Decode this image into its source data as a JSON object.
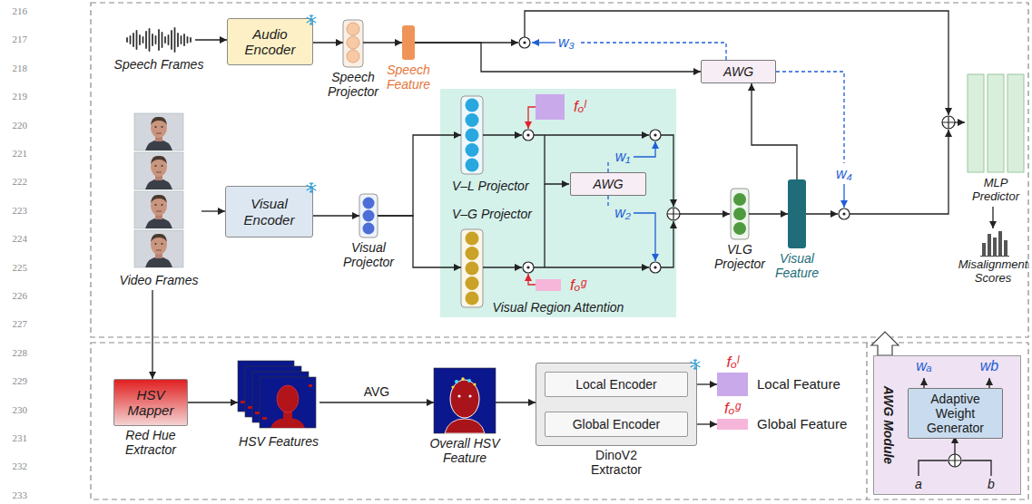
{
  "diagram": {
    "nodes": [
      {
        "text": [
          "Speech Frames"
        ]
      },
      {
        "text": [
          "Audio Encoder"
        ]
      },
      {
        "text": [
          "Speech Projector"
        ]
      },
      {
        "text": [
          "Speech Feature"
        ]
      },
      {
        "text": [
          "AWG"
        ]
      },
      {
        "text": [
          "MLP Predictor"
        ]
      },
      {
        "text": [
          "Misalignment Scores"
        ]
      },
      {
        "text": [
          "Video Frames"
        ]
      },
      {
        "text": [
          "Visual Encoder"
        ]
      },
      {
        "text": [
          "Visual Projector"
        ]
      },
      {
        "text": [
          "Visual Region Attention"
        ]
      },
      {
        "text": [
          "V–L Projector"
        ],
        "in": 10
      },
      {
        "text": [
          "fₒˡ"
        ],
        "in": 10
      },
      {
        "text": [
          "AWG"
        ],
        "in": 10
      },
      {
        "text": [
          "V–G Projector"
        ],
        "in": 10
      },
      {
        "text": [
          "fₒᵍ"
        ],
        "in": 10
      },
      {
        "text": [
          "VLG Projector"
        ]
      },
      {
        "text": [
          "Visual Feature"
        ]
      },
      {
        "text": [
          "HSV Mapper",
          "Red Hue Extractor"
        ]
      },
      {
        "text": [
          "HSV Features"
        ]
      },
      {
        "text": [
          "Overall HSV Feature"
        ]
      },
      {
        "text": [
          "DinoV2 Extractor"
        ]
      },
      {
        "text": [
          "Local Encoder"
        ],
        "in": 21
      },
      {
        "text": [
          "Global Encoder"
        ],
        "in": 21
      },
      {
        "text": [
          "fₒˡ",
          "Local Feature"
        ]
      },
      {
        "text": [
          "fₒᵍ",
          "Global Feature"
        ]
      },
      {
        "text": [
          "AWG Module"
        ]
      },
      {
        "text": [
          "Adaptive Weight Generator"
        ],
        "in": 26
      }
    ],
    "edges": [
      {
        "from": 0,
        "to": 1,
        "arrow": "to"
      },
      {
        "from": 1,
        "to": 2,
        "arrow": "to"
      },
      {
        "from": 2,
        "to": 3,
        "arrow": "to"
      },
      {
        "from": 3,
        "to": 4,
        "arrow": "to"
      },
      {
        "from": 7,
        "to": 8,
        "arrow": "to"
      },
      {
        "from": 8,
        "to": 9,
        "arrow": "to"
      },
      {
        "from": 9,
        "to": 11,
        "arrow": "to"
      },
      {
        "from": 9,
        "to": 14,
        "arrow": "to"
      },
      {
        "from": 16,
        "to": 17,
        "arrow": "to"
      },
      {
        "from": 17,
        "to": 4,
        "arrow": "to"
      },
      {
        "from": 5,
        "to": 6,
        "arrow": "to"
      },
      {
        "from": 7,
        "to": 18,
        "arrow": "to"
      },
      {
        "from": 18,
        "to": 19,
        "arrow": "to"
      },
      {
        "from": 19,
        "to": 20,
        "label": "AVG",
        "arrow": "to"
      },
      {
        "from": 20,
        "to": 21,
        "arrow": "to"
      },
      {
        "from": 22,
        "to": 24,
        "arrow": "to"
      },
      {
        "from": 23,
        "to": 25,
        "arrow": "to"
      }
    ],
    "labels": [
      "216",
      "217",
      "218",
      "219",
      "220",
      "221",
      "222",
      "223",
      "224",
      "225",
      "226",
      "227",
      "228",
      "229",
      "230",
      "231",
      "232",
      "233",
      "w₃",
      "w₄",
      "w₁",
      "w₂",
      "wₐ",
      "wb",
      "a",
      "b"
    ]
  }
}
